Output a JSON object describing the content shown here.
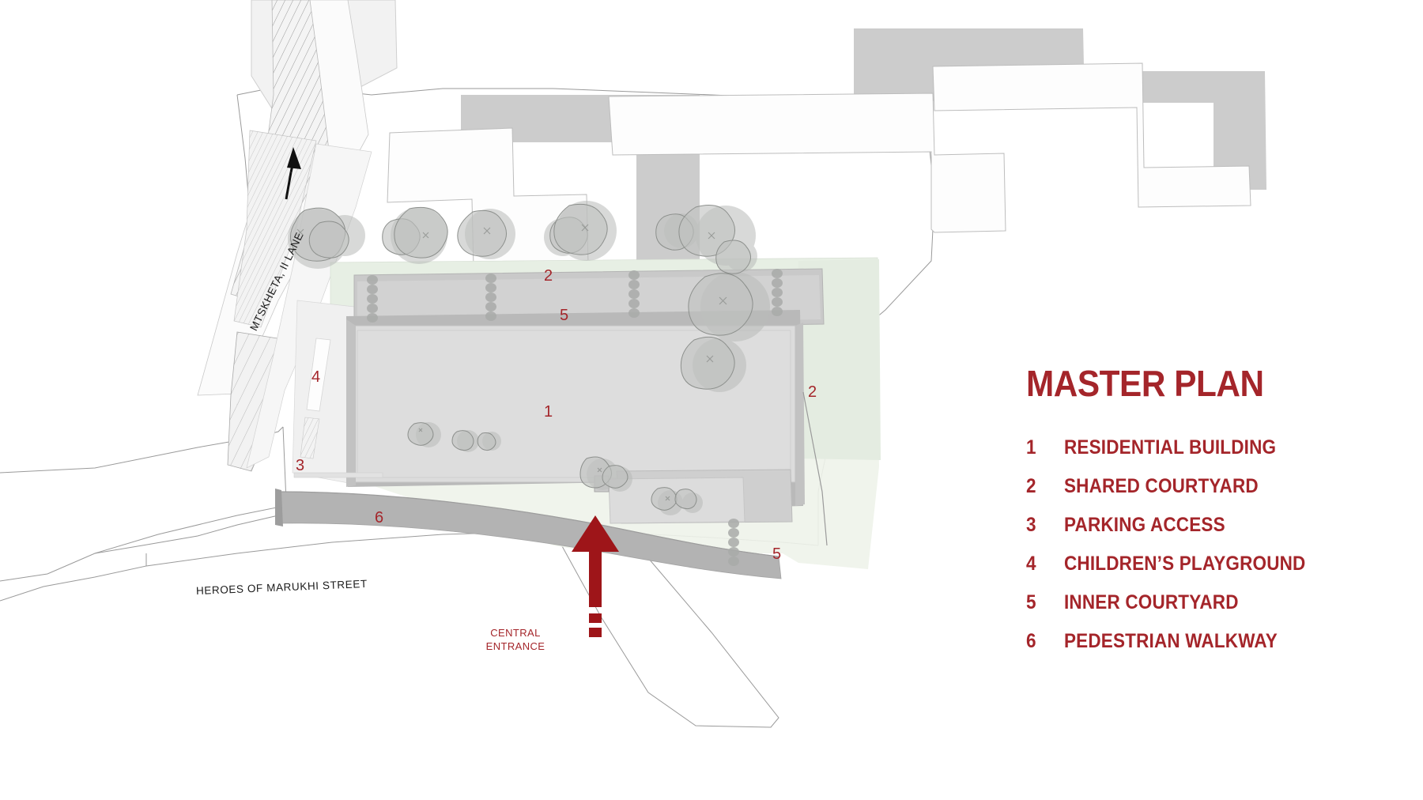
{
  "legend": {
    "title": "MASTER PLAN",
    "items": [
      {
        "num": "1",
        "label": "RESIDENTIAL BUILDING"
      },
      {
        "num": "2",
        "label": "SHARED COURTYARD"
      },
      {
        "num": "3",
        "label": "PARKING ACCESS"
      },
      {
        "num": "4",
        "label": "CHILDREN’S PLAYGROUND"
      },
      {
        "num": "5",
        "label": "INNER COURTYARD"
      },
      {
        "num": "6",
        "label": "PEDESTRIAN WALKWAY"
      }
    ]
  },
  "plan": {
    "numbers": [
      {
        "key": "n1",
        "text": "1"
      },
      {
        "key": "n2_top",
        "text": "2"
      },
      {
        "key": "n2_right",
        "text": "2"
      },
      {
        "key": "n3",
        "text": "3"
      },
      {
        "key": "n4",
        "text": "4"
      },
      {
        "key": "n5_top",
        "text": "5"
      },
      {
        "key": "n5_bottom",
        "text": "5"
      },
      {
        "key": "n6",
        "text": "6"
      }
    ],
    "streets": {
      "lane": "MTSKHETA, II LANE",
      "main": "HEROES OF MARUKHI STREET"
    },
    "entrance": {
      "line1": "CENTRAL",
      "line2": "ENTRANCE"
    }
  },
  "colors": {
    "accent_red": "#a4252a",
    "arrow_red": "#9e1519",
    "building_fill": "#dcdcdc",
    "building_edge": "#b0b0b0",
    "courtyard_green": "#e7eee3",
    "walkway_grey": "#b3b3b3",
    "context_grey": "#cccccc",
    "tree_grey": "#b9bbb9",
    "street_hatch": "#f1f1f1",
    "outline": "#9a9a9a",
    "text_dark": "#1b1b1b"
  }
}
